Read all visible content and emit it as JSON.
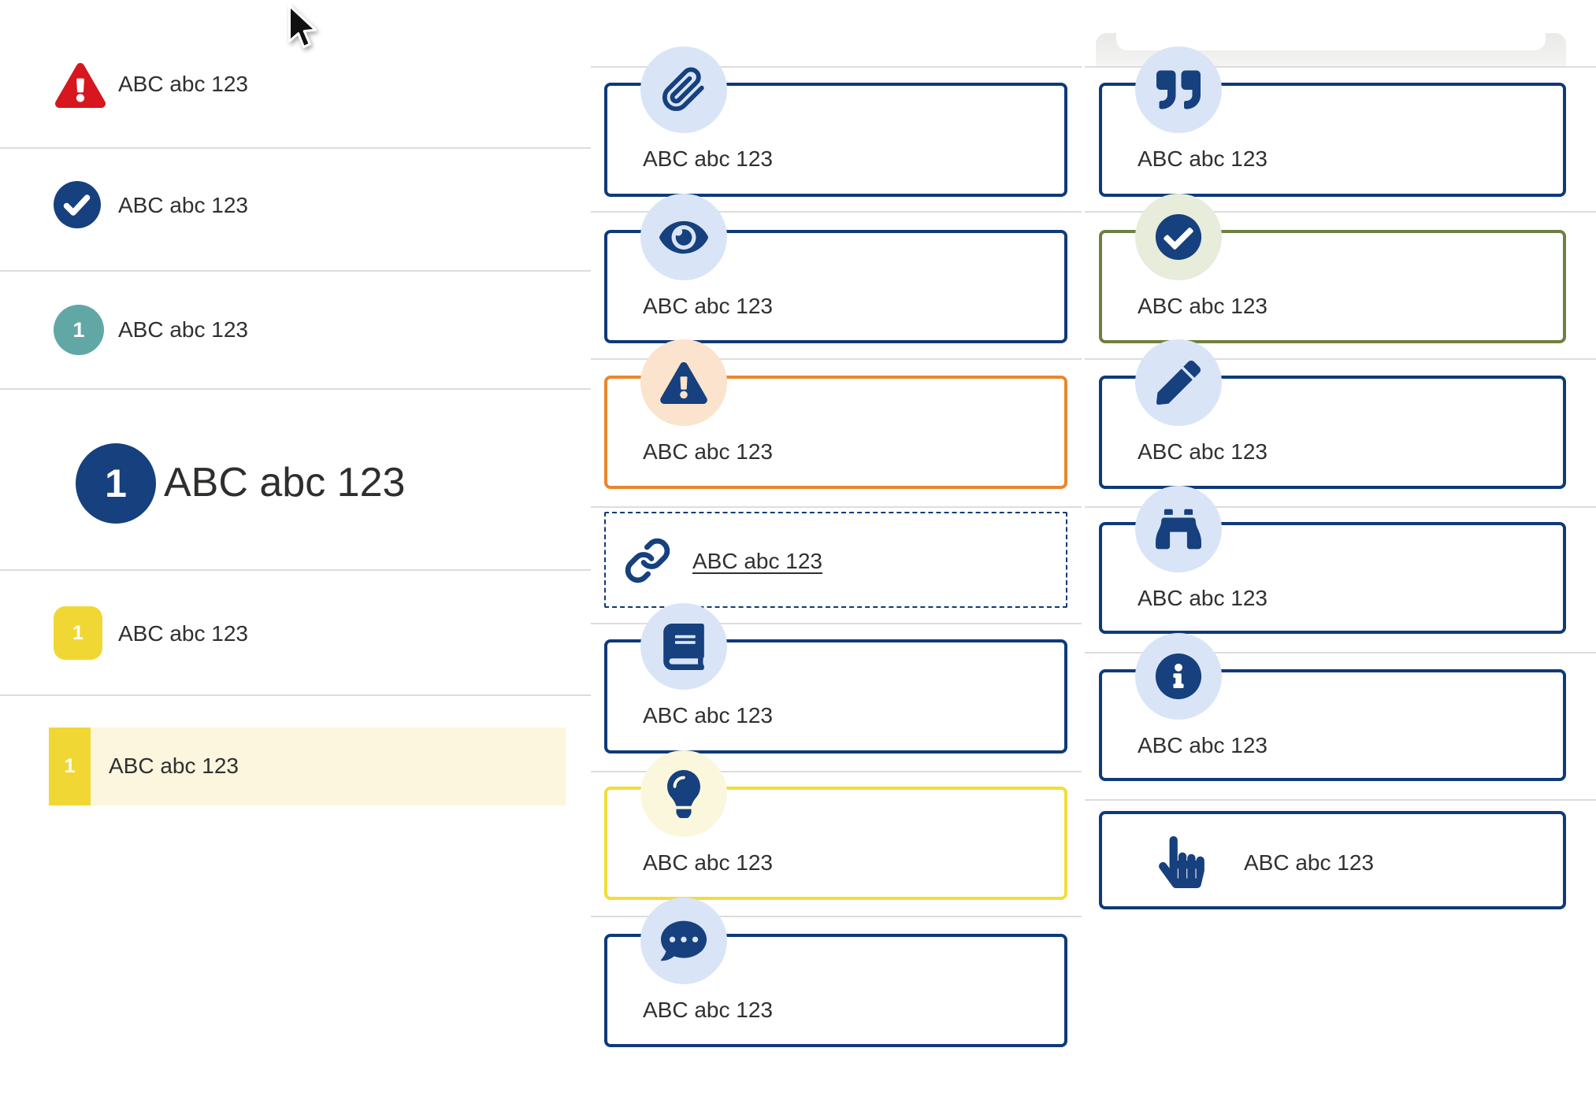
{
  "colors": {
    "navy": "#0e3a78",
    "iconnavy": "#16407e",
    "lightblue": "#d9e5f7",
    "red": "#d7161e",
    "teal": "#61a7a5",
    "yellow": "#f1d734",
    "yellowborder": "#f0de38",
    "cream": "#fbf6dd",
    "orange": "#e8872c",
    "peach": "#fbe3cd",
    "olive": "#6f7f3f",
    "palegreen": "#e7ecdb",
    "divider": "#dcdcdc",
    "grayband": "#e9e9e7",
    "text": "#303030"
  },
  "left_panel": {
    "rows": [
      {
        "icon": "warning-triangle-icon",
        "label": "ABC abc 123"
      },
      {
        "icon": "check-circle-icon",
        "label": "ABC abc 123"
      },
      {
        "icon": "numbered-circle-badge",
        "badge": "1",
        "label": "ABC abc 123"
      },
      {
        "icon": "numbered-circle-badge-large",
        "badge": "1",
        "label": "ABC abc 123"
      },
      {
        "icon": "numbered-square-badge",
        "badge": "1",
        "label": "ABC abc 123"
      },
      {
        "icon": "numbered-bar-badge",
        "badge": "1",
        "label": "ABC abc 123",
        "highlighted": true
      }
    ]
  },
  "middle_column": {
    "cards": [
      {
        "icon": "paperclip-icon",
        "label": "ABC abc 123",
        "border": "navy"
      },
      {
        "icon": "eye-icon",
        "label": "ABC abc 123",
        "border": "navy"
      },
      {
        "icon": "warning-triangle-icon",
        "label": "ABC abc 123",
        "border": "orange"
      },
      {
        "icon": "link-icon",
        "label": "ABC abc 123",
        "border": "navy-dashed",
        "is_link": true
      },
      {
        "icon": "book-icon",
        "label": "ABC abc 123",
        "border": "navy"
      },
      {
        "icon": "lightbulb-icon",
        "label": "ABC abc 123",
        "border": "yellow"
      },
      {
        "icon": "comment-dots-icon",
        "label": "ABC abc 123",
        "border": "navy"
      }
    ]
  },
  "right_column": {
    "cards": [
      {
        "icon": "quote-icon",
        "label": "ABC abc 123",
        "border": "navy"
      },
      {
        "icon": "check-circle-icon",
        "label": "ABC abc 123",
        "border": "olive"
      },
      {
        "icon": "pencil-icon",
        "label": "ABC abc 123",
        "border": "navy"
      },
      {
        "icon": "binoculars-icon",
        "label": "ABC abc 123",
        "border": "navy"
      },
      {
        "icon": "info-circle-icon",
        "label": "ABC abc 123",
        "border": "navy"
      },
      {
        "icon": "hand-pointer-icon",
        "label": "ABC abc 123",
        "border": "navy"
      }
    ]
  }
}
